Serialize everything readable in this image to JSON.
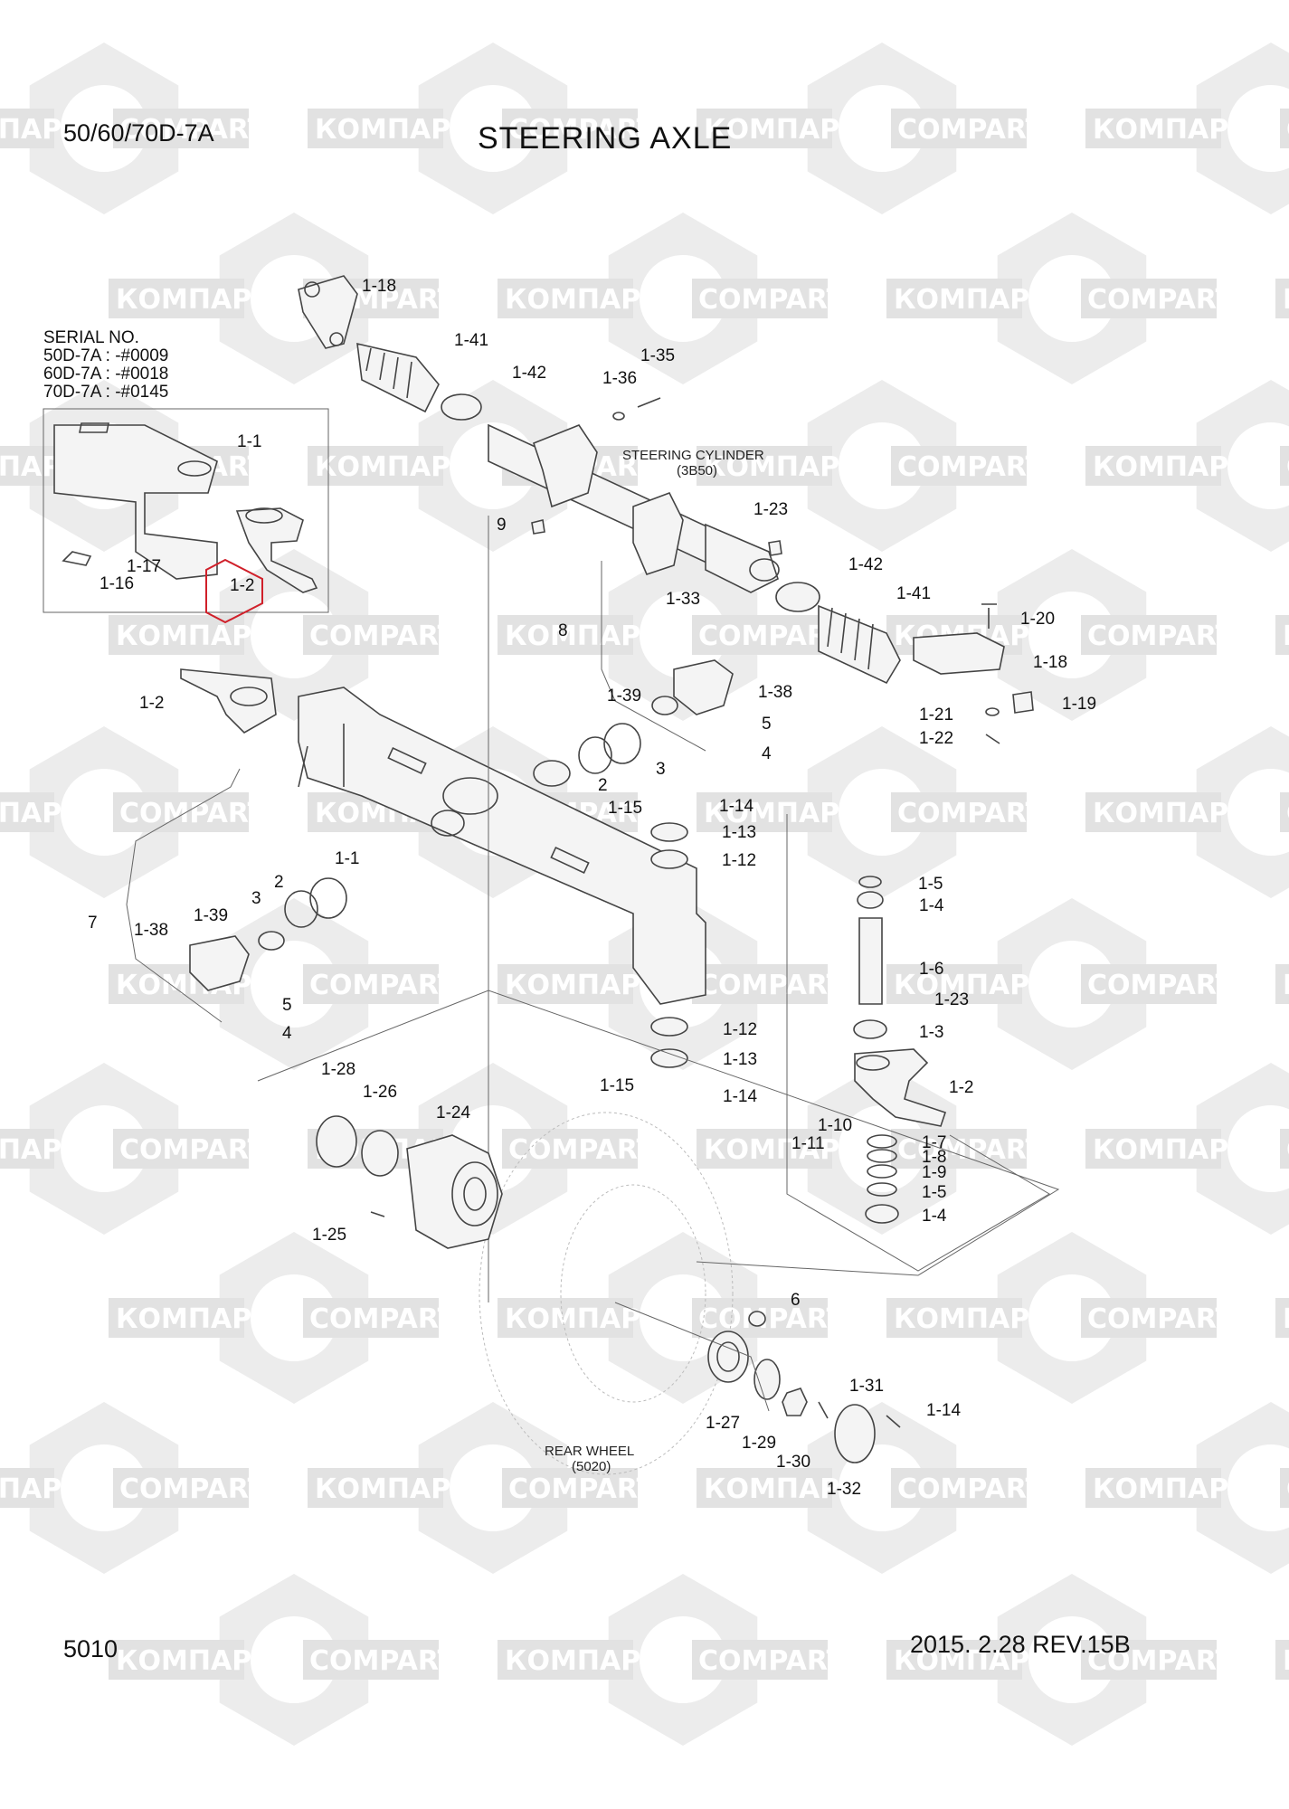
{
  "header": {
    "model": "50/60/70D-7A",
    "title": "STEERING AXLE"
  },
  "serial_note": {
    "heading": "SERIAL NO.",
    "lines": [
      "50D-7A : -#0009",
      "60D-7A : -#0018",
      "70D-7A : -#0145"
    ]
  },
  "notes": {
    "steering_cylinder": "STEERING CYLINDER",
    "steering_cylinder_ref": "(3B50)",
    "rear_wheel": "REAR WHEEL",
    "rear_wheel_ref": "(5020)"
  },
  "watermark": {
    "left": "КОМПАРТ",
    "right": "COMPART"
  },
  "highlight_color": "#d0202a",
  "callouts": [
    "1-18",
    "1-41",
    "1-42",
    "1-36",
    "1-35",
    "1-1",
    "1-17",
    "1-16",
    "1-2",
    "9",
    "1-33",
    "1-23",
    "1-42",
    "1-41",
    "1-20",
    "1-18",
    "1-19",
    "1-21",
    "1-22",
    "8",
    "1-2",
    "1-39",
    "1-38",
    "5",
    "4",
    "2",
    "3",
    "1-15",
    "1-14",
    "1-13",
    "1-12",
    "1-1",
    "2",
    "3",
    "1-39",
    "7",
    "1-38",
    "5",
    "4",
    "1-5",
    "1-4",
    "1-6",
    "1-23",
    "1-3",
    "1-12",
    "1-13",
    "1-15",
    "1-14",
    "1-2",
    "1-10",
    "1-11",
    "1-7",
    "1-8",
    "1-9",
    "1-5",
    "1-4",
    "1-28",
    "1-26",
    "1-24",
    "1-25",
    "6",
    "1-31",
    "1-14",
    "1-27",
    "1-29",
    "1-30",
    "1-32"
  ],
  "footer": {
    "page": "5010",
    "revision": "2015. 2.28  REV.15B"
  }
}
